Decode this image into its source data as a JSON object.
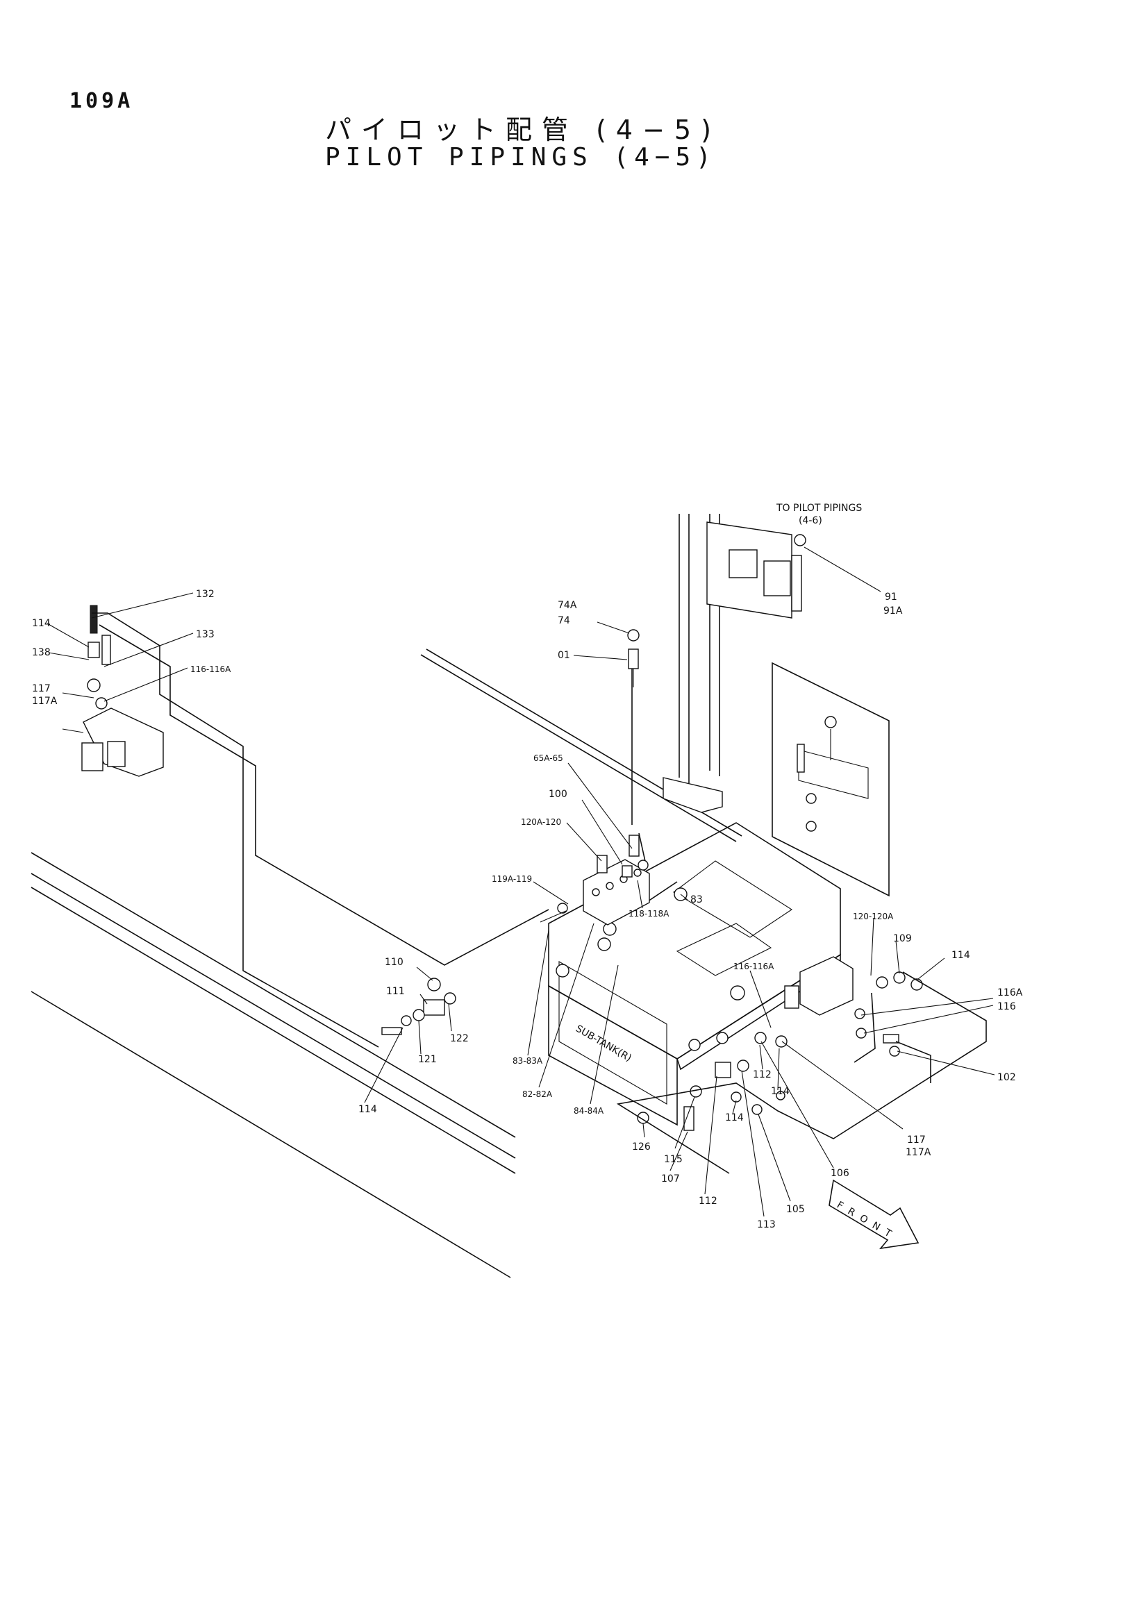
{
  "page": {
    "number": "109A",
    "title_jp": "パイロット配管 (4−5)",
    "title_en": "PILOT PIPINGS (4−5)"
  },
  "diagram": {
    "note": "TO PILOT PIPINGS",
    "note_ref": "(4-6)",
    "tank_label": "SUB-TANK(R)",
    "front_label": "FRONT",
    "callouts": {
      "c132": "132",
      "c114a": "114",
      "c133": "133",
      "c138": "138",
      "c116_116a_left": "116-116A",
      "c117_left": "117",
      "c117a_left": "117A",
      "c74a": "74A",
      "c74": "74",
      "c01": "01",
      "c91": "91",
      "c91a": "91A",
      "c65a_65": "65A-65",
      "c100": "100",
      "c120a_120": "120A-120",
      "c119a_119": "119A-119",
      "c83": "83",
      "c118_118a": "118-118A",
      "c110": "110",
      "c111": "111",
      "c122": "122",
      "c121": "121",
      "c114b": "114",
      "c83_83a": "83-83A",
      "c82_82a": "82-82A",
      "c84_84a": "84-84A",
      "c120_120a": "120-120A",
      "c109": "109",
      "c114c": "114",
      "c116_116a_right": "116-116A",
      "c116a": "116A",
      "c116": "116",
      "c102": "102",
      "c112a": "112",
      "c114d": "114",
      "c114e": "114",
      "c117_right": "117",
      "c117a_right": "117A",
      "c106": "106",
      "c126": "126",
      "c115": "115",
      "c107": "107",
      "c112b": "112",
      "c113": "113",
      "c105": "105"
    }
  }
}
